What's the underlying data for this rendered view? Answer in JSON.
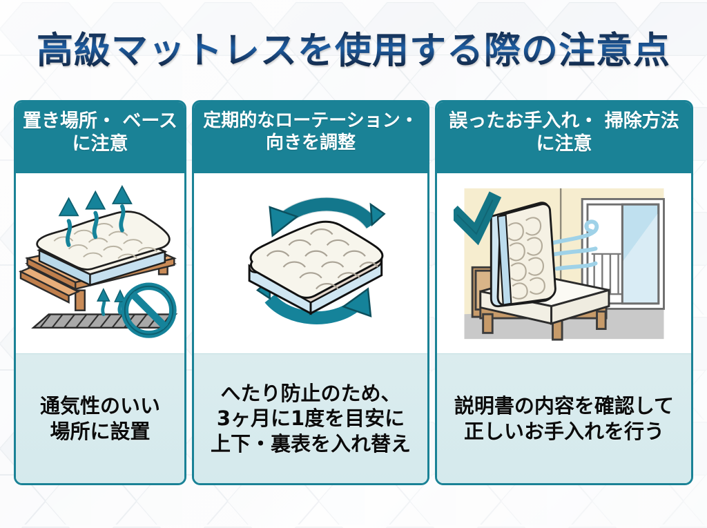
{
  "page": {
    "title": "高級マットレスを使用する際の注意点",
    "background_style": "hexagon-pattern-light",
    "accent_color": "#1a8296",
    "title_color_dark": "#0f1b33",
    "title_color_mid": "#1d5da2",
    "caption_bg_color": "#dbecee"
  },
  "cards": [
    {
      "header_lines": [
        "置き場所・",
        "ベースに注意"
      ],
      "caption_lines": [
        "通気性のいい",
        "場所に設置"
      ],
      "illustration": {
        "name": "mattress-on-slatted-bed-frame-ventilation",
        "elements": [
          "mattress",
          "wooden-slatted-bed-base",
          "upward-airflow-arrows",
          "hatched-floor",
          "prohibition-sign"
        ],
        "arrow_color": "#1a8296",
        "mattress_color": "#f5f2e8",
        "wood_color": "#cf8f5e",
        "floor_color": "#9b9b9b"
      }
    },
    {
      "header_lines": [
        "定期的なローテーション・",
        "向きを調整"
      ],
      "caption_lines": [
        "へたり防止のため、",
        "3ヶ月に1度を目安に",
        "上下・裏表を入れ替え"
      ],
      "illustration": {
        "name": "mattress-rotation-arrows",
        "elements": [
          "mattress",
          "rotation-arrow-top-left",
          "rotation-arrow-bottom-right"
        ],
        "arrow_color": "#15839a",
        "mattress_top_color": "#f7f5ec",
        "mattress_mid_color": "#e3d6cb",
        "mattress_base_color": "#cfe6f2"
      }
    },
    {
      "header_lines": [
        "誤ったお手入れ・",
        "掃除方法に注意"
      ],
      "caption_lines": [
        "説明書の内容を確認して",
        "正しいお手入れを行う"
      ],
      "illustration": {
        "name": "bedroom-mattress-airing-by-window",
        "elements": [
          "checkmark",
          "mattress-propped-upright",
          "bed-frame",
          "sliding-door-balcony",
          "air-flow-swirls"
        ],
        "check_color": "#147585",
        "wall_color": "#f6edcf",
        "floor_color": "#c9c9c9",
        "airflow_color": "#9fd2e8",
        "glass_color": "#bfe0ef"
      }
    }
  ]
}
